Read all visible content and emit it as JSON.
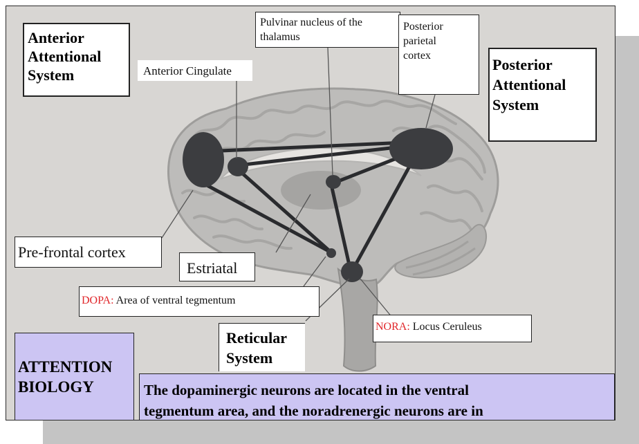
{
  "labels": {
    "anterior_system": [
      "Anterior",
      "Attentional",
      "System"
    ],
    "posterior_system": [
      "Posterior",
      "Attentional",
      "System"
    ],
    "anterior_cingulate": "Anterior Cingulate",
    "pulvinar": [
      "Pulvinar nucleus of the",
      "thalamus"
    ],
    "posterior_parietal": [
      "Posterior",
      "parietal",
      "cortex"
    ],
    "prefrontal": "Pre-frontal cortex",
    "estriatal": "Estriatal",
    "dopa_prefix": "DOPA:",
    "dopa_text": " Area of ventral tegmentum",
    "nora_prefix": "NORA:",
    "nora_text": " Locus Ceruleus",
    "reticular": [
      "Reticular",
      "System"
    ],
    "attention_biology": [
      "ATTENTION",
      "BIOLOGY"
    ],
    "caption": [
      "The dopaminergic neurons are located in the ventral",
      "tegmentum area, and the noradrenergic neurons are in"
    ]
  },
  "colors": {
    "highlight_red": "#e0262a",
    "lavender_box": "#ccc5f3",
    "shadow": "#c4c4c4",
    "background": "#d8d6d3",
    "node": "#3c3d40"
  },
  "icons": [
    "brain-illustration"
  ]
}
